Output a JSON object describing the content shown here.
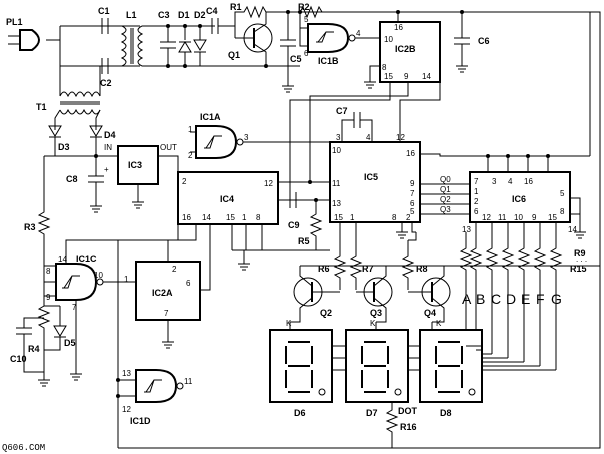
{
  "labels": {
    "PL1": "PL1",
    "T1": "T1",
    "C1": "C1",
    "C2": "C2",
    "L1": "L1",
    "C3": "C3",
    "D1": "D1",
    "D2": "D2",
    "C4": "C4",
    "R1": "R1",
    "Q1": "Q1",
    "C5": "C5",
    "R2": "R2",
    "IC1B": "IC1B",
    "IC2B": "IC2B",
    "C6": "C6",
    "D3": "D3",
    "D4": "D4",
    "IN": "IN",
    "OUT": "OUT",
    "IC3": "IC3",
    "C8": "C8",
    "IC1A": "IC1A",
    "C7": "C7",
    "IC5": "IC5",
    "IC4": "IC4",
    "C9": "C9",
    "R5": "R5",
    "IC6": "IC6",
    "R3": "R3",
    "IC1C": "IC1C",
    "IC2A": "IC2A",
    "R4": "R4",
    "D5": "D5",
    "C10": "C10",
    "R6": "R6",
    "R7": "R7",
    "R8": "R8",
    "Q2": "Q2",
    "Q3": "Q3",
    "Q4": "Q4",
    "R9": "R9",
    "R15": "R15",
    "dots": ". . .",
    "D6": "D6",
    "D7": "D7",
    "D8": "D8",
    "DOT": "DOT",
    "R16": "R16",
    "IC1D": "IC1D",
    "K": "K",
    "Q0": "Q0",
    "Q1_out": "Q1",
    "Q2_out": "Q2",
    "Q3_out": "Q3"
  },
  "segments": [
    "A",
    "B",
    "C",
    "D",
    "E",
    "F",
    "G"
  ],
  "display_digit": "8",
  "watermark": "Q606.COM",
  "pins": {
    "ic2b": [
      "16",
      "10",
      "8",
      "15",
      "9",
      "14"
    ],
    "ic1b": [
      "5",
      "6",
      "4"
    ],
    "ic1a": [
      "1",
      "2",
      "3"
    ],
    "ic5": [
      "3",
      "4",
      "12",
      "10",
      "16",
      "11",
      "9",
      "7",
      "6",
      "5",
      "13",
      "15",
      "1",
      "8",
      "2"
    ],
    "ic4": [
      "2",
      "12",
      "16",
      "14",
      "15",
      "1",
      "8"
    ],
    "ic6": [
      "7",
      "3",
      "4",
      "16",
      "1",
      "2",
      "6",
      "5",
      "8",
      "13",
      "12",
      "11",
      "10",
      "9",
      "15",
      "14"
    ],
    "ic1c": [
      "14",
      "8",
      "9",
      "10",
      "7"
    ],
    "ic2a": [
      "1",
      "2",
      "6",
      "7"
    ],
    "ic1d": [
      "13",
      "12",
      "11"
    ]
  }
}
